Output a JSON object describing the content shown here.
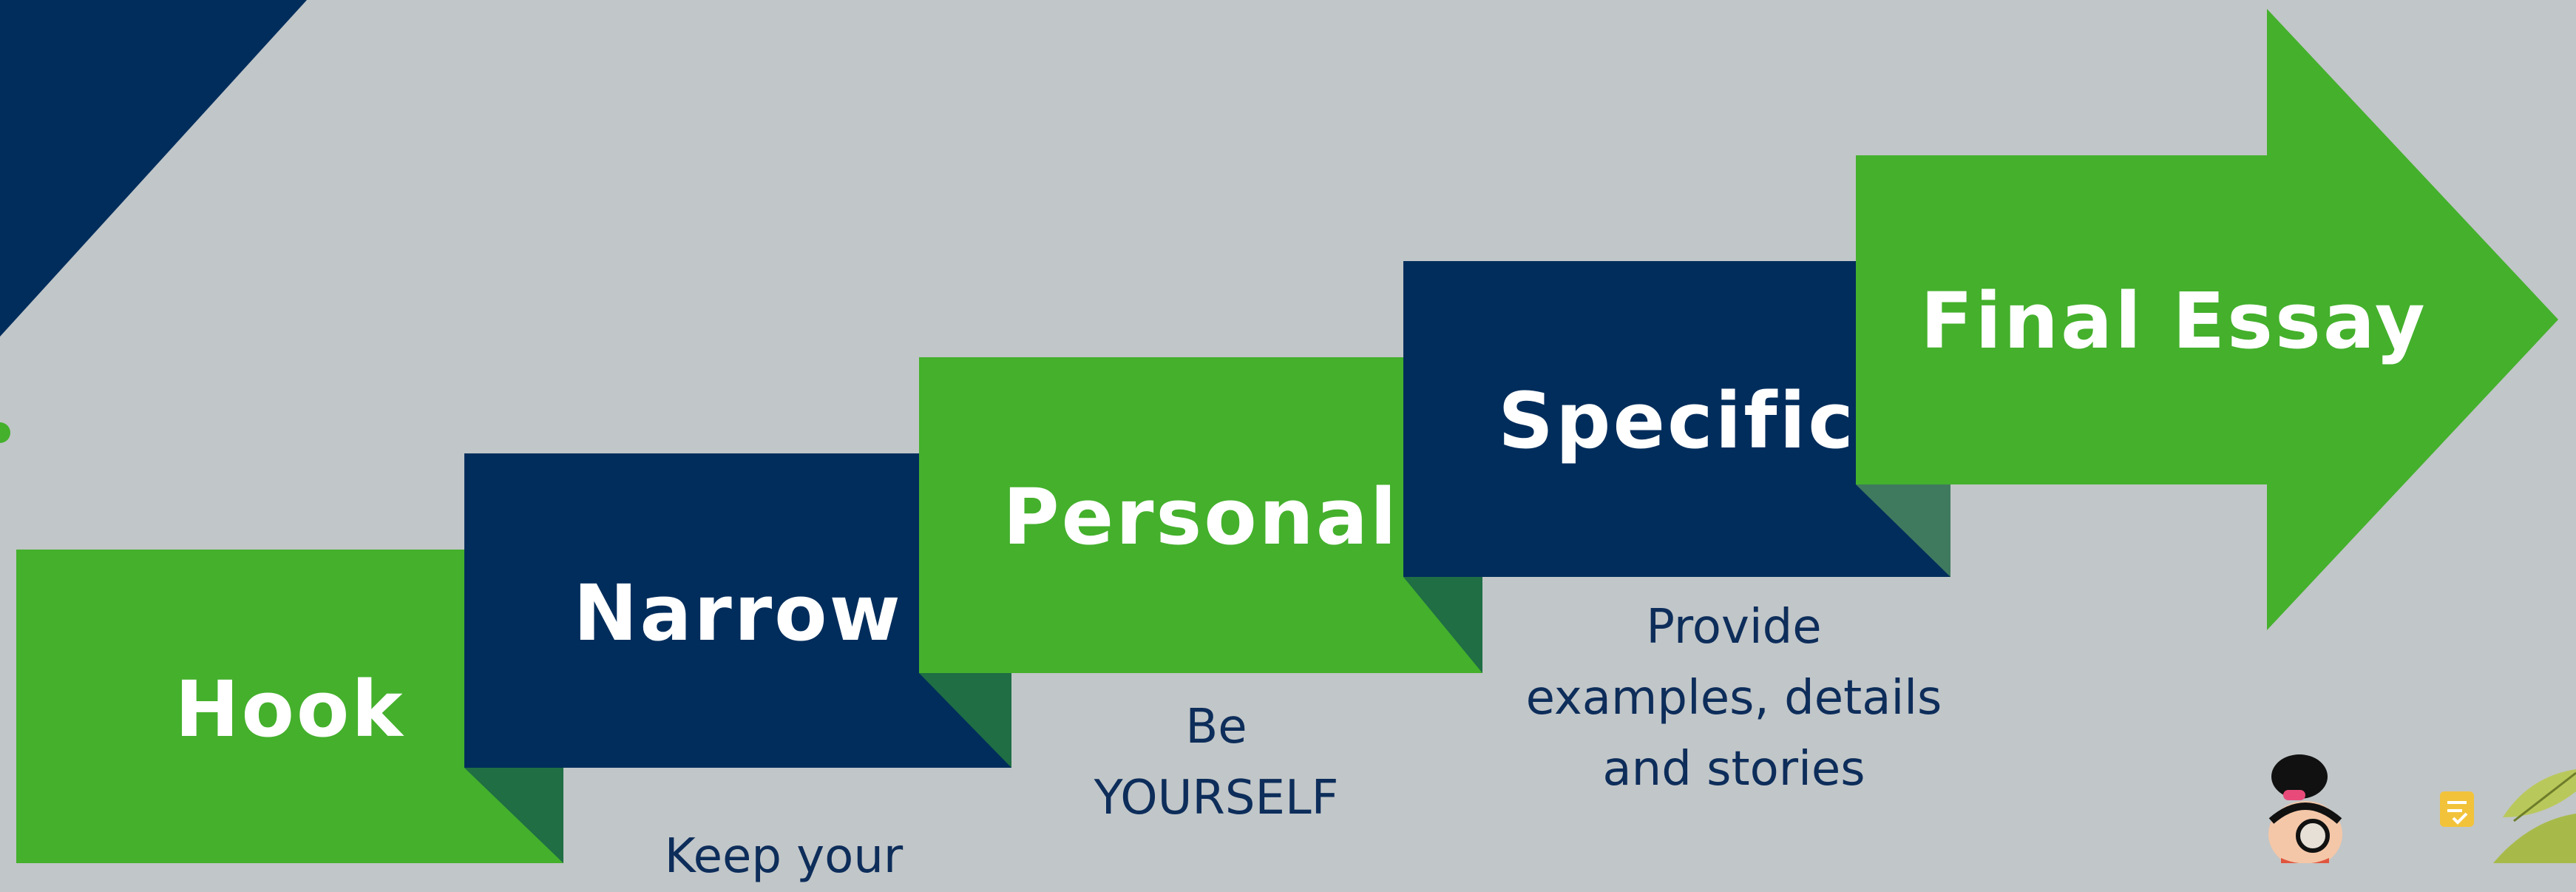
{
  "steps": {
    "hook": {
      "label": "Hook"
    },
    "narrow": {
      "label": "Narrow",
      "caption_line1": "Keep your"
    },
    "personal": {
      "label": "Personal",
      "caption_line1": "Be",
      "caption_line2": "YOURSELF"
    },
    "specific": {
      "label": "Specific",
      "caption_line1": "Provide",
      "caption_line2": "examples, details",
      "caption_line3": "and stories"
    },
    "final": {
      "label": "Final Essay"
    }
  },
  "colors": {
    "background": "#c1c6c8",
    "green": "#44b02c",
    "navy": "#002d5c",
    "fold_dark": "#1f6e44",
    "fold_muted": "#3f7a5e",
    "caption_text": "#0d2d5a",
    "label_text": "#ffffff"
  },
  "decorations": {
    "top_left": [
      "navy-triangle",
      "green-diamond"
    ],
    "bottom_right": [
      "person-with-headphones-icon",
      "sticky-note-icon",
      "plant-leaves-icon"
    ]
  }
}
